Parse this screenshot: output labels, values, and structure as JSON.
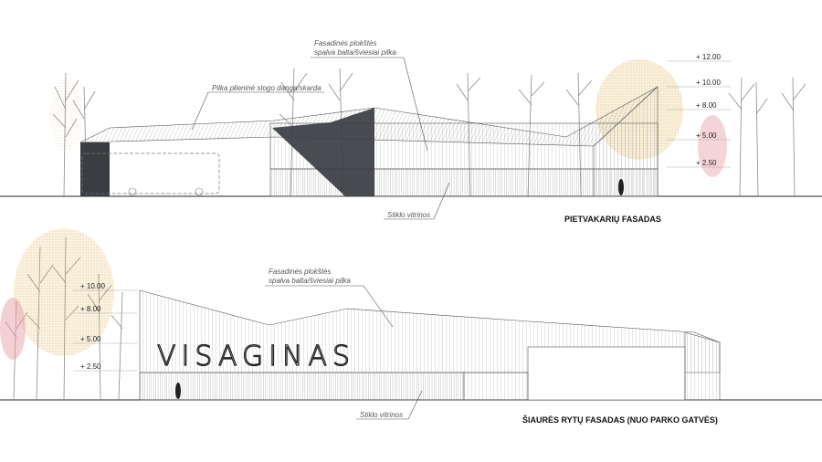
{
  "elevation_sw": {
    "title": "PIETVAKARIŲ FASADAS",
    "callout_roof": "Pilka plieninė stogo danga/skarda",
    "callout_panels_line1": "Fasadinės plokštės",
    "callout_panels_line2": "spalva balta/šviesiai pilka",
    "callout_glass": "Stiklo vitrinos",
    "levels": [
      "+ 12.00",
      "+ 10.00",
      "+ 8.00",
      "+ 5.00",
      "+ 2.50"
    ]
  },
  "elevation_ne": {
    "title": "ŠIAURĖS RYTŲ FASADAS (NUO PARKO GATVĖS)",
    "callout_panels_line1": "Fasadinės plokštės",
    "callout_panels_line2": "spalva balta/šviesiai pilka",
    "callout_glass": "Stiklo vitrinos",
    "logo": "VISAGINAS",
    "levels": [
      "+ 10.00",
      "+ 8.00",
      "+ 5.00",
      "+ 2.50"
    ]
  },
  "colors": {
    "line": "#555555",
    "dark_roof": "#3a3d42",
    "tree_trunk": "#8a8a8a",
    "foliage_yellow": "#e2b04a",
    "foliage_pink": "#e9a0a8",
    "text": "#222222"
  }
}
